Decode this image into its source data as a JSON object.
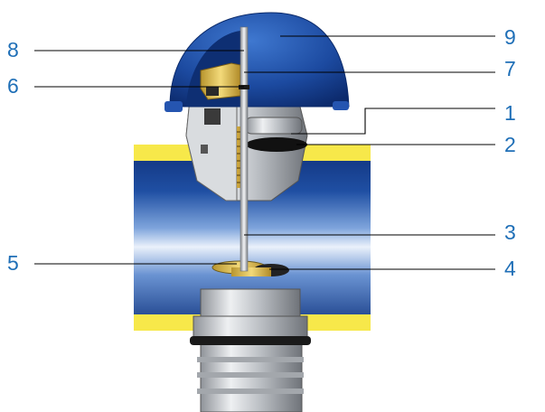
{
  "callouts": [
    {
      "id": "9",
      "label": "9"
    },
    {
      "id": "7",
      "label": "7"
    },
    {
      "id": "1",
      "label": "1"
    },
    {
      "id": "2",
      "label": "2"
    },
    {
      "id": "3",
      "label": "3"
    },
    {
      "id": "4",
      "label": "4"
    },
    {
      "id": "8",
      "label": "8"
    },
    {
      "id": "6",
      "label": "6"
    },
    {
      "id": "5",
      "label": "5"
    }
  ],
  "colors": {
    "label": "#1f6fb7",
    "cap_blue": "#1e4f9e",
    "pipe_blue": "#1d4a9a",
    "band_yellow": "#f7e84a",
    "brass": "#e4c45a",
    "steel": "#c9ccd0"
  }
}
